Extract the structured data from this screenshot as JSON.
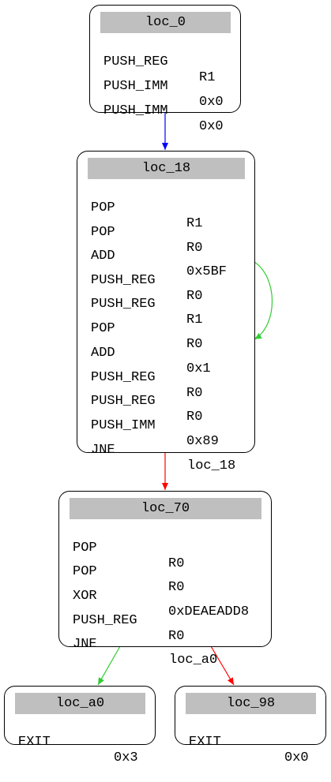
{
  "colors": {
    "header_bg": "#bfbfbf",
    "edge_unconditional": "#0000ff",
    "edge_taken": "#33cc33",
    "edge_not_taken": "#ff0000"
  },
  "nodes": {
    "loc_0": {
      "label": "loc_0",
      "rows": [
        {
          "mnemonic": "PUSH_REG",
          "operand": "R1"
        },
        {
          "mnemonic": "PUSH_IMM",
          "operand": "0x0"
        },
        {
          "mnemonic": "PUSH_IMM",
          "operand": "0x0"
        }
      ]
    },
    "loc_18": {
      "label": "loc_18",
      "rows": [
        {
          "mnemonic": "POP",
          "operand": "R1"
        },
        {
          "mnemonic": "POP",
          "operand": "R0"
        },
        {
          "mnemonic": "ADD",
          "operand": "0x5BF"
        },
        {
          "mnemonic": "PUSH_REG",
          "operand": "R0"
        },
        {
          "mnemonic": "PUSH_REG",
          "operand": "R1"
        },
        {
          "mnemonic": "POP",
          "operand": "R0"
        },
        {
          "mnemonic": "ADD",
          "operand": "0x1"
        },
        {
          "mnemonic": "PUSH_REG",
          "operand": "R0"
        },
        {
          "mnemonic": "PUSH_REG",
          "operand": "R0"
        },
        {
          "mnemonic": "PUSH_IMM",
          "operand": "0x89"
        },
        {
          "mnemonic": "JNE",
          "operand": "loc_18"
        }
      ]
    },
    "loc_70": {
      "label": "loc_70",
      "rows": [
        {
          "mnemonic": "POP",
          "operand": "R0"
        },
        {
          "mnemonic": "POP",
          "operand": "R0"
        },
        {
          "mnemonic": "XOR",
          "operand": "0xDEAEADD8"
        },
        {
          "mnemonic": "PUSH_REG",
          "operand": "R0"
        },
        {
          "mnemonic": "JNE",
          "operand": "loc_a0"
        }
      ]
    },
    "loc_a0": {
      "label": "loc_a0",
      "rows": [
        {
          "mnemonic": "EXIT",
          "operand": "0x3"
        }
      ]
    },
    "loc_98": {
      "label": "loc_98",
      "rows": [
        {
          "mnemonic": "EXIT",
          "operand": "0x0"
        }
      ]
    }
  }
}
